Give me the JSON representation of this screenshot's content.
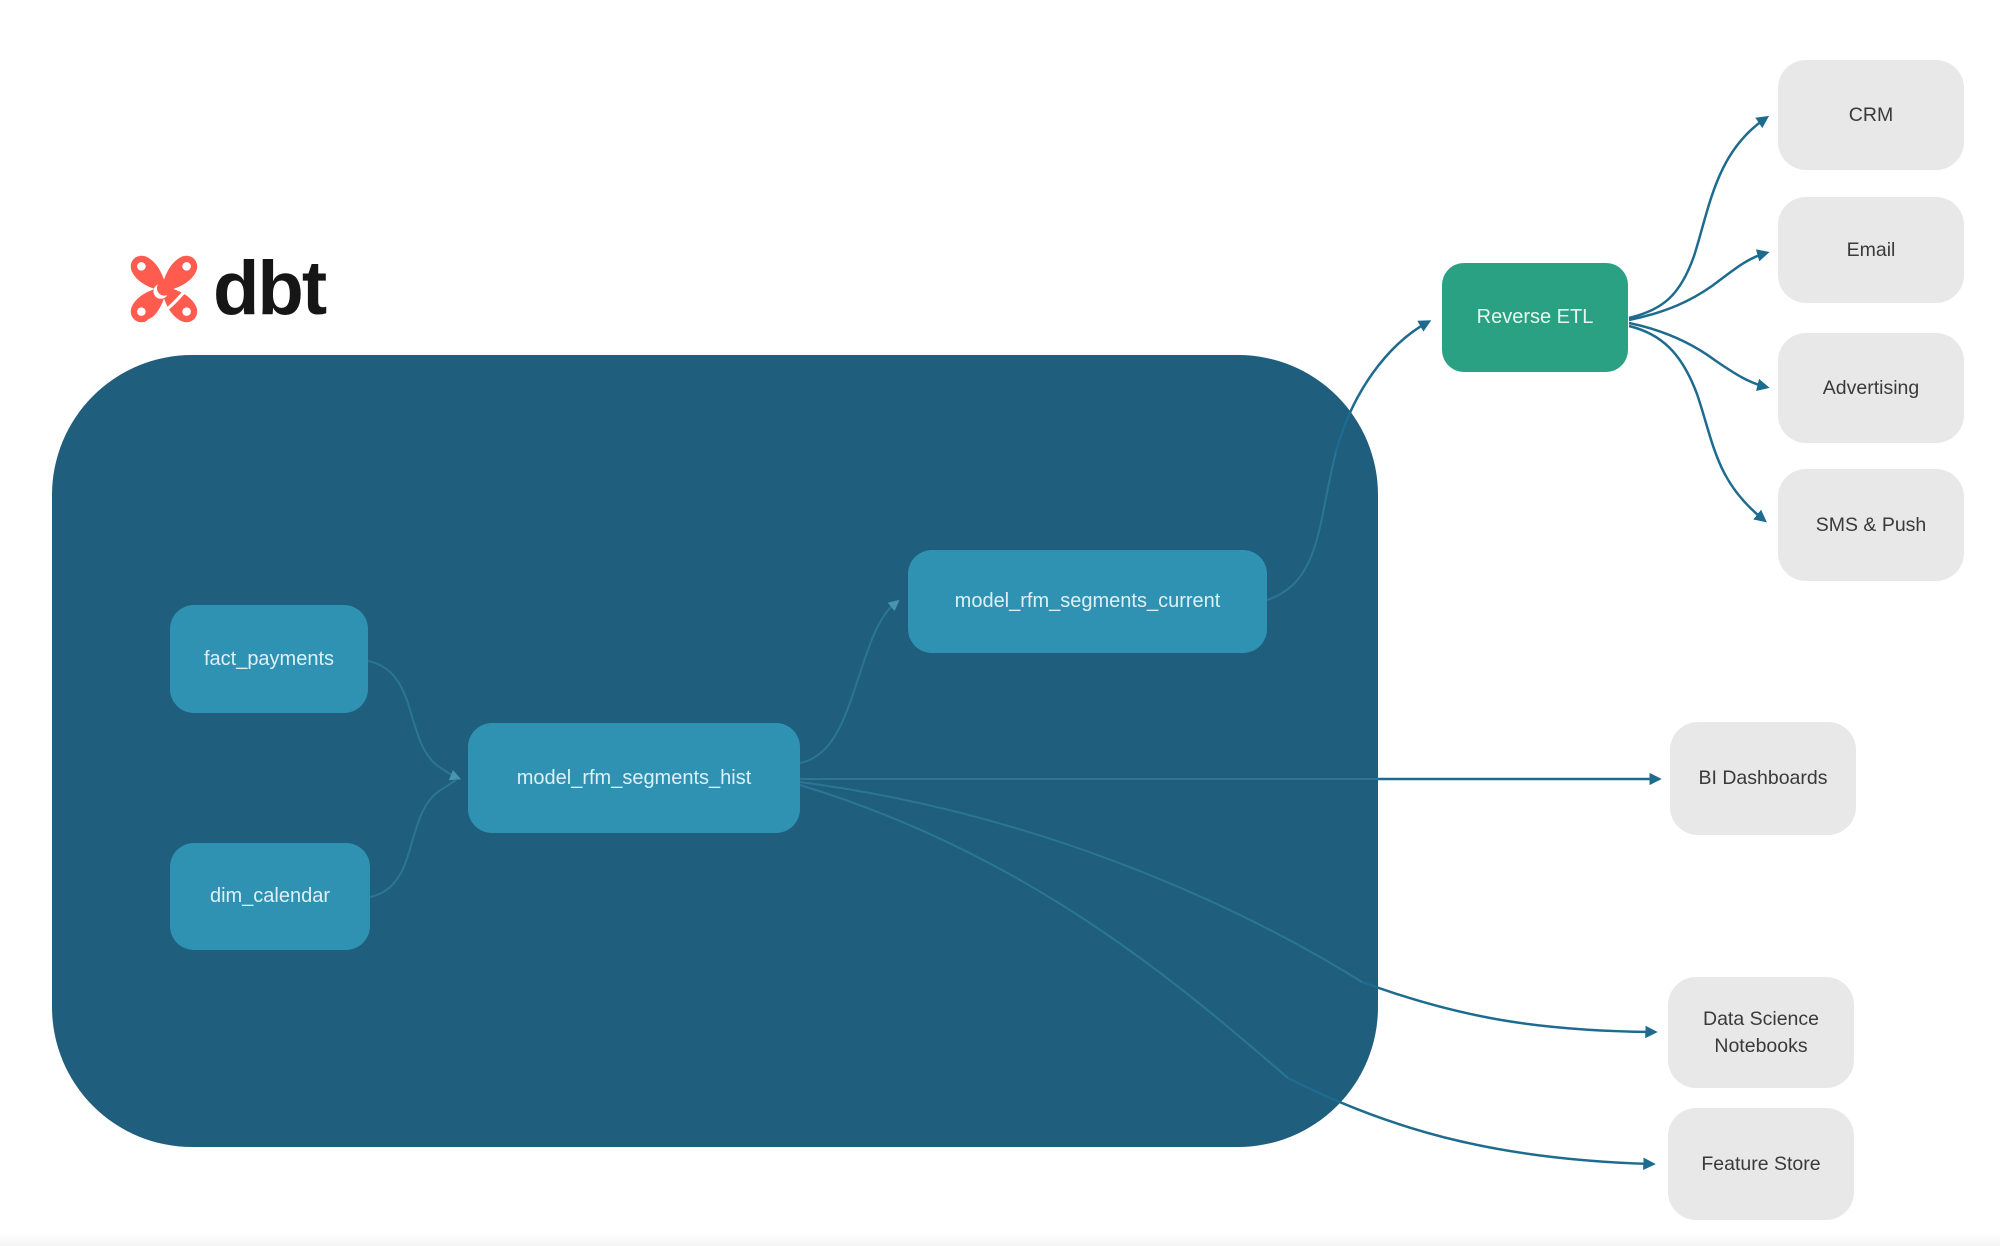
{
  "brand": {
    "name": "dbt"
  },
  "warehouse": {
    "models": [
      {
        "label": "fact_payments"
      },
      {
        "label": "dim_calendar"
      },
      {
        "label": "model_rfm_segments_hist"
      },
      {
        "label": "model_rfm_segments_current"
      }
    ]
  },
  "reverse_etl": {
    "label": "Reverse ETL"
  },
  "destinations": {
    "activation": [
      {
        "label": "CRM"
      },
      {
        "label": "Email"
      },
      {
        "label": "Advertising"
      },
      {
        "label": "SMS & Push"
      }
    ],
    "analytics": [
      {
        "label": "BI Dashboards"
      },
      {
        "label": "Data Science Notebooks"
      },
      {
        "label": "Feature Store"
      }
    ]
  },
  "edges": [
    {
      "from": "fact_payments",
      "to": "model_rfm_segments_hist"
    },
    {
      "from": "dim_calendar",
      "to": "model_rfm_segments_hist"
    },
    {
      "from": "model_rfm_segments_hist",
      "to": "model_rfm_segments_current"
    },
    {
      "from": "model_rfm_segments_current",
      "to": "Reverse ETL"
    },
    {
      "from": "Reverse ETL",
      "to": "CRM"
    },
    {
      "from": "Reverse ETL",
      "to": "Email"
    },
    {
      "from": "Reverse ETL",
      "to": "Advertising"
    },
    {
      "from": "Reverse ETL",
      "to": "SMS & Push"
    },
    {
      "from": "model_rfm_segments_hist",
      "to": "BI Dashboards"
    },
    {
      "from": "model_rfm_segments_hist",
      "to": "Data Science Notebooks"
    },
    {
      "from": "model_rfm_segments_hist",
      "to": "Feature Store"
    }
  ],
  "colors": {
    "warehouse_bg": "#1f5e7d",
    "model_node": "#3092b2",
    "reverse_etl_node": "#2ba183",
    "destination_node": "#e8e8e8",
    "edge_outer": "#1d6b8f",
    "edge_inner": "#2b7695",
    "brand_orange": "#ff5c4f"
  }
}
